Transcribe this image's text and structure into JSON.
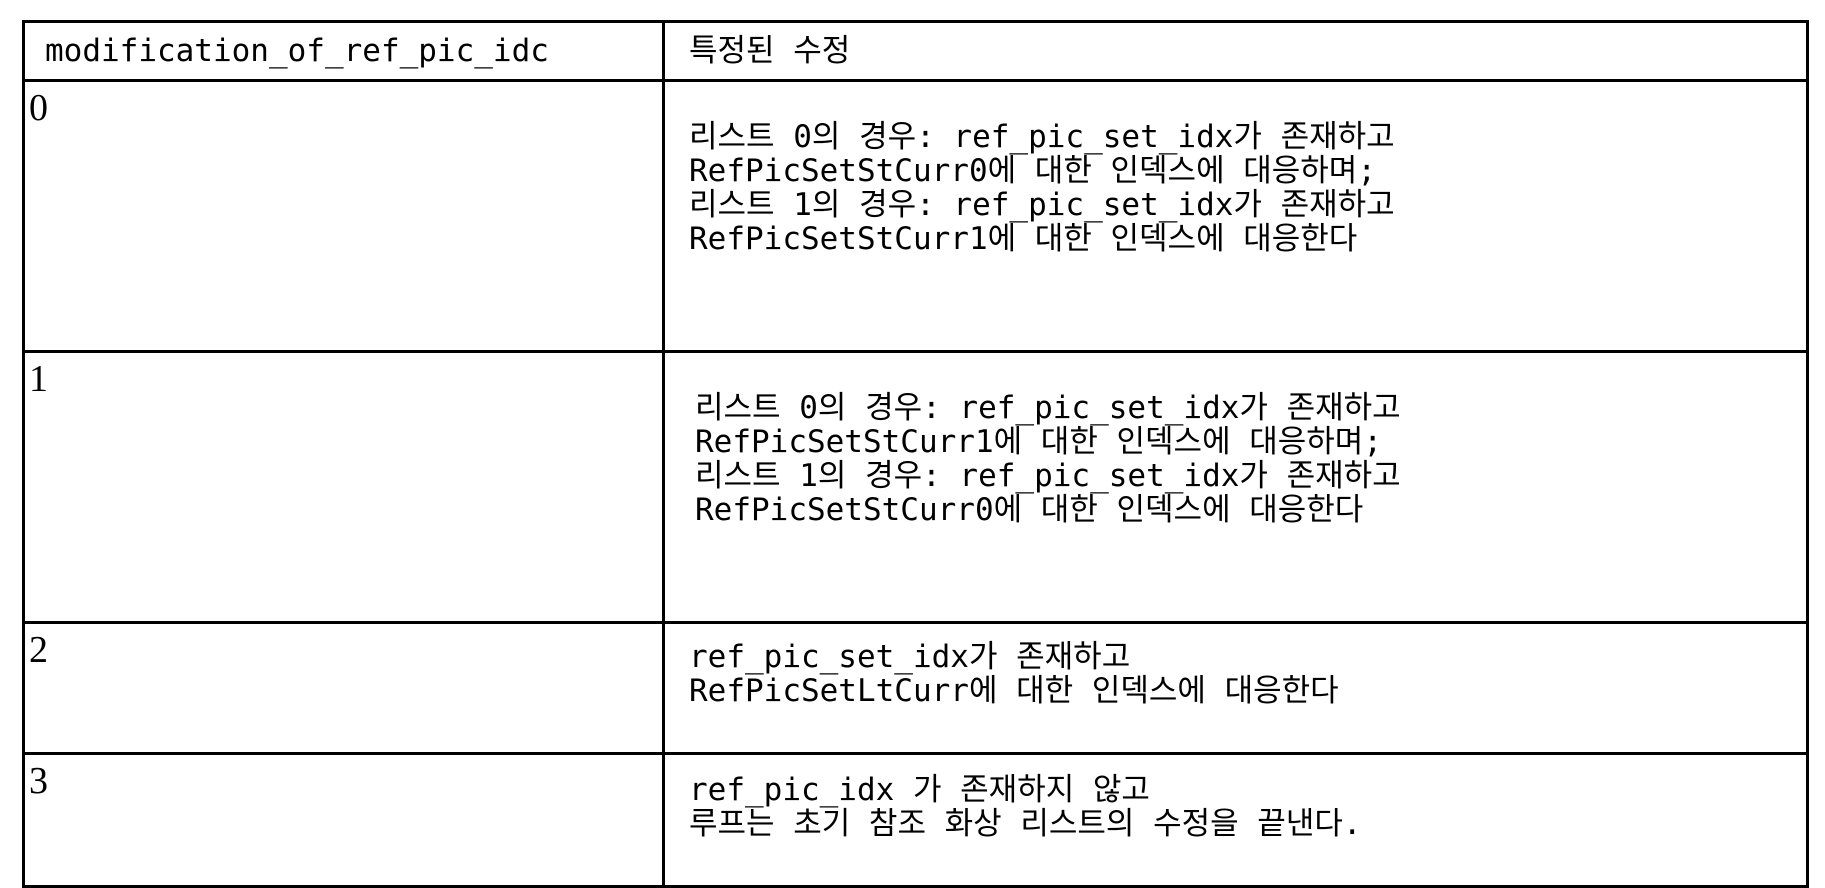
{
  "table": {
    "header": {
      "col1": "modification_of_ref_pic_idc",
      "col2": "특정된 수정"
    },
    "rows": [
      {
        "idc": "0",
        "lines": [
          "리스트 0의 경우: ref_pic_set_idx가 존재하고",
          "RefPicSetStCurr0에 대한 인덱스에 대응하며;",
          "리스트 1의 경우: ref_pic_set_idx가 존재하고",
          "RefPicSetStCurr1에 대한 인덱스에 대응한다"
        ]
      },
      {
        "idc": "1",
        "lines": [
          "리스트 0의 경우: ref_pic_set_idx가 존재하고",
          "RefPicSetStCurr1에 대한 인덱스에 대응하며;",
          "리스트 1의 경우: ref_pic_set_idx가 존재하고",
          "RefPicSetStCurr0에 대한 인덱스에 대응한다"
        ]
      },
      {
        "idc": "2",
        "lines": [
          "ref_pic_set_idx가 존재하고",
          "RefPicSetLtCurr에 대한 인덱스에 대응한다"
        ]
      },
      {
        "idc": "3",
        "lines": [
          "ref_pic_idx 가 존재하지 않고",
          "루프는 초기 참조 화상 리스트의 수정을 끝낸다."
        ]
      }
    ]
  }
}
